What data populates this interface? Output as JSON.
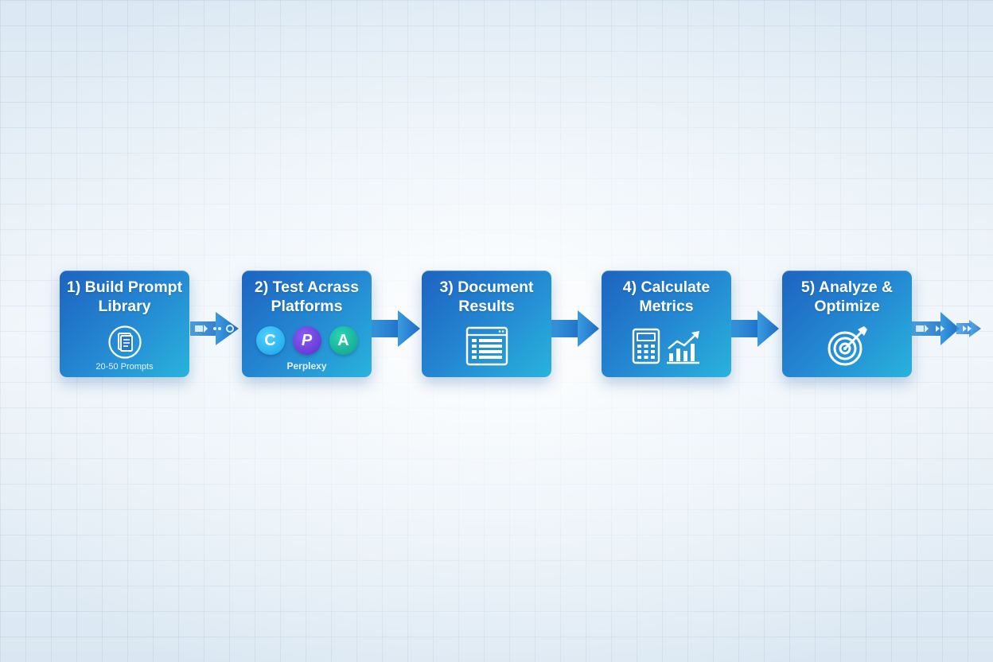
{
  "steps": [
    {
      "title": "1) Build Prompt\nLibrary",
      "subtitle": "20-50 Prompts",
      "icon": "document-list-icon"
    },
    {
      "title": "2) Test Acrass\nPlatforms",
      "subtitle": "Perplexy",
      "icon": "platform-badges",
      "platforms": [
        {
          "letter": "C",
          "icon": "chatgpt-badge-icon"
        },
        {
          "letter": "P",
          "icon": "perplexity-badge-icon"
        },
        {
          "letter": "A",
          "icon": "assistant-badge-icon"
        }
      ]
    },
    {
      "title": "3) Document\nResults",
      "icon": "spreadsheet-icon"
    },
    {
      "title": "4) Calculate\nMetrics",
      "icon": "calculator-chart-icon"
    },
    {
      "title": "5) Analyze &\nOptimize",
      "icon": "target-icon"
    }
  ],
  "colors": {
    "box_start": "#1d63c0",
    "box_end": "#29b3dc",
    "arrow": "#2a86d0",
    "background": "#e9f1f8"
  }
}
